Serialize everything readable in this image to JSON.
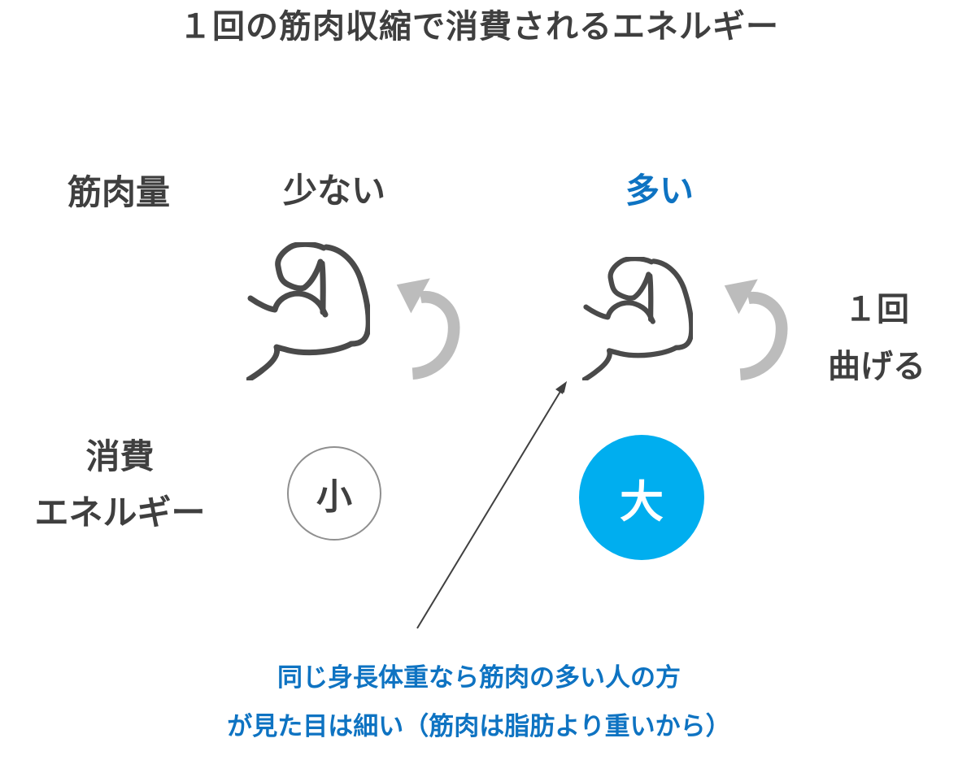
{
  "page": {
    "title": "１回の筋肉収縮で消費されるエネルギー"
  },
  "colors": {
    "text_dark": "#3f3f3f",
    "text_blue": "#0e73c2",
    "circle_large_fill": "#00AEEF",
    "circle_small_border": "#8f8f8f",
    "rotate_arrow_gray": "#bcbcbc",
    "muscle_icon_stroke": "#4a4a4a",
    "pointer_arrow": "#404040"
  },
  "matrix": {
    "row_muscle_mass": {
      "label": "筋肉量",
      "low": "少ない",
      "high": "多い"
    },
    "row_energy": {
      "label_line1": "消費",
      "label_line2": "エネルギー",
      "low": "小",
      "high": "大"
    }
  },
  "side_note": {
    "line1": "１回",
    "line2": "曲げる"
  },
  "annotation": {
    "line1": "同じ身長体重なら筋肉の多い人の方",
    "line2": "が見た目は細い（筋肉は脂肪より重いから）"
  },
  "icons": {
    "muscle_low": "flexed-bicep-icon",
    "muscle_high": "flexed-bicep-icon",
    "rotate_low": "rotate-counterclockwise-arrow-icon",
    "rotate_high": "rotate-counterclockwise-arrow-icon",
    "pointer": "annotation-pointer-arrow"
  }
}
